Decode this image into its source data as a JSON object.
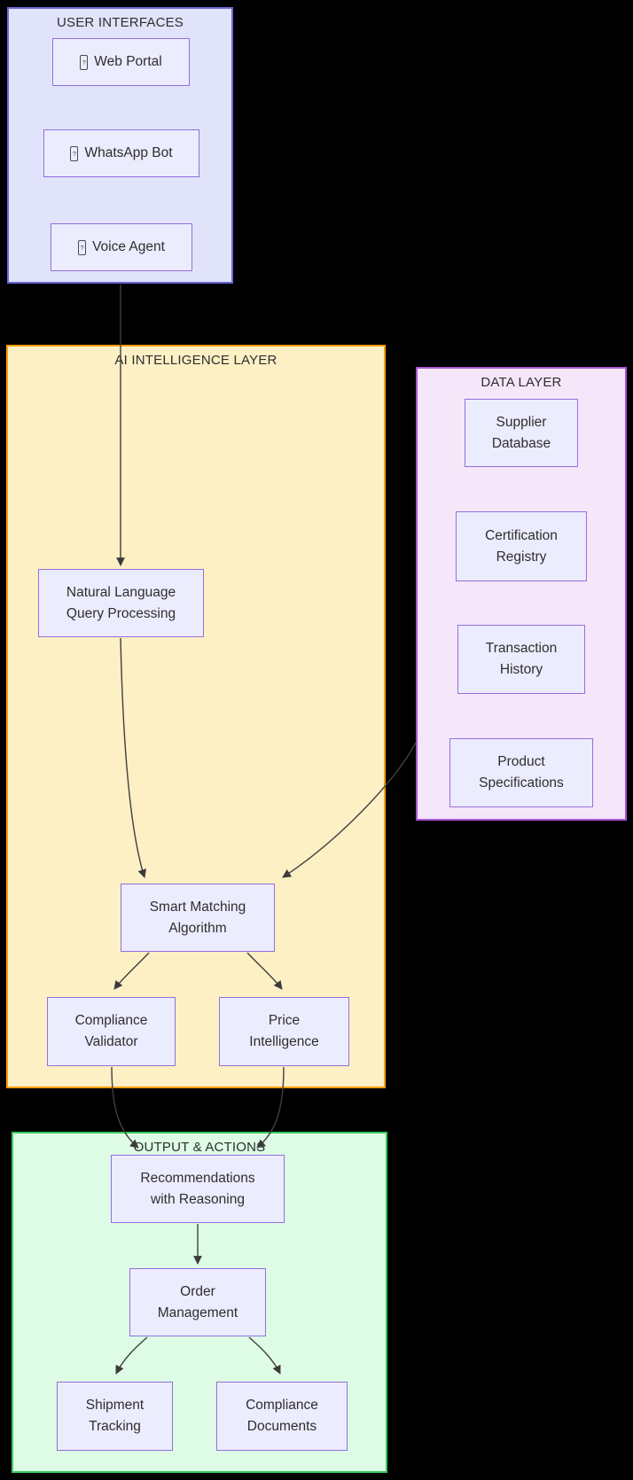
{
  "colors": {
    "background": "#000000",
    "node_fill": "#ececff",
    "node_border": "#9370db",
    "edge": "#3f3f3f",
    "text": "#2e2e2e",
    "groups": {
      "user_interfaces": {
        "fill": "#e0e3fa",
        "border": "#6a6ad8"
      },
      "ai_layer": {
        "fill": "#fdf0c5",
        "border": "#ff9e0b"
      },
      "data_layer": {
        "fill": "#f5e6fa",
        "border": "#a855d1"
      },
      "output": {
        "fill": "#ddfbe5",
        "border": "#3bc75f"
      }
    }
  },
  "icons": {
    "missing_glyph_char": "?"
  },
  "groups": {
    "user_interfaces": {
      "title": "USER INTERFACES",
      "nodes": {
        "web_portal": "Web Portal",
        "whatsapp_bot": "WhatsApp Bot",
        "voice_agent": "Voice Agent"
      }
    },
    "ai_layer": {
      "title": "AI INTELLIGENCE LAYER",
      "nodes": {
        "nl_query": "Natural Language\nQuery Processing",
        "smart_matching": "Smart Matching\nAlgorithm",
        "compliance_validator": "Compliance\nValidator",
        "price_intelligence": "Price\nIntelligence"
      }
    },
    "data_layer": {
      "title": "DATA LAYER",
      "nodes": {
        "supplier_database": "Supplier\nDatabase",
        "certification_registry": "Certification\nRegistry",
        "transaction_history": "Transaction\nHistory",
        "product_specifications": "Product\nSpecifications"
      }
    },
    "output": {
      "title": "OUTPUT & ACTIONS",
      "nodes": {
        "recommendations": "Recommendations\nwith Reasoning",
        "order_management": "Order\nManagement",
        "shipment_tracking": "Shipment\nTracking",
        "compliance_documents": "Compliance\nDocuments"
      }
    }
  }
}
